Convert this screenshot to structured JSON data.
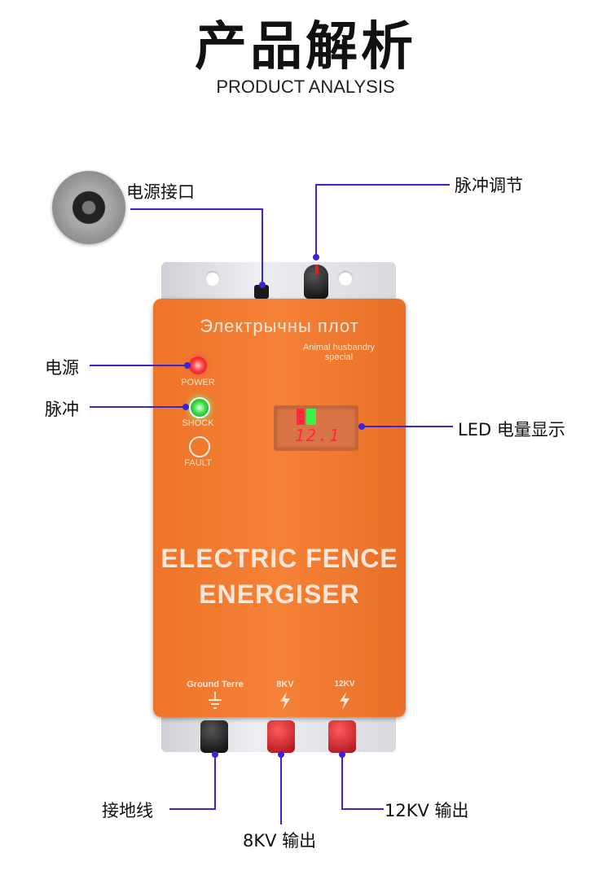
{
  "header": {
    "title": "产品解析",
    "subtitle": "PRODUCT ANALYSIS"
  },
  "callouts": {
    "power_port": "电源接口",
    "pulse_adjust": "脉冲调节",
    "power": "电源",
    "pulse": "脉冲",
    "led_display": "LED 电量显示",
    "ground_wire": "接地线",
    "output_8kv": "8KV 输出",
    "output_12kv": "12KV 输出"
  },
  "device": {
    "brand": "Электрычны плот",
    "special_line1": "Animal husbandry",
    "special_line2": "special",
    "led_power": "POWER",
    "led_shock": "SHOCK",
    "led_fault": "FAULT",
    "display_value": "12.1",
    "title_line1": "ELECTRIC FENCE",
    "title_line2": "ENERGISER",
    "terminal_ground": "Ground Terre",
    "terminal_8kv": "8KV",
    "terminal_12kv": "12KV"
  },
  "colors": {
    "device_orange": "#f58237",
    "callout_line": "#3a23d9",
    "led_red": "#ff3b3b",
    "led_green": "#3be04a",
    "terminal_red": "#d9202a"
  },
  "icons": {
    "ground": "ground-symbol-icon",
    "bolt": "lightning-bolt-icon"
  }
}
